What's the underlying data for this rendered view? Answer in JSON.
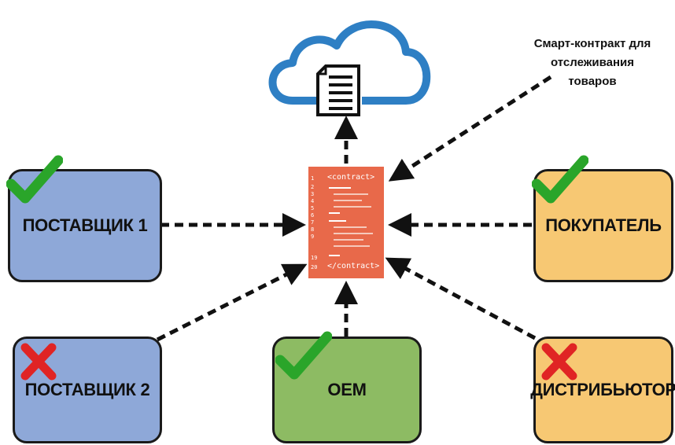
{
  "annotation": {
    "line1": "Смарт-контракт для",
    "line2": "отслеживания",
    "line3": "товаров"
  },
  "contract": {
    "open_tag": "<contract>",
    "close_tag": "</contract>",
    "line_numbers": [
      "1",
      "2",
      "3",
      "4",
      "5",
      "6",
      "7",
      "8",
      "9",
      "19",
      "20"
    ]
  },
  "nodes": {
    "supplier1": {
      "label": "ПОСТАВЩИК 1",
      "status": "approved"
    },
    "buyer": {
      "label": "ПОКУПАТЕЛЬ",
      "status": "approved"
    },
    "supplier2": {
      "label": "ПОСТАВЩИК 2",
      "status": "rejected"
    },
    "oem": {
      "label": "OEM",
      "status": "approved"
    },
    "distributor": {
      "label": "ДИСТРИБЬЮТОР",
      "status": "rejected"
    }
  },
  "colors": {
    "supplier_fill": "#8ea8d8",
    "buyer_fill": "#f7c873",
    "oem_fill": "#8dbb63",
    "contract_fill": "#e8694a",
    "cloud_stroke": "#2e7fc4",
    "check": "#2aa52a",
    "cross": "#e02424"
  },
  "icons": {
    "cloud": "cloud-document-icon",
    "approved": "check-icon",
    "rejected": "cross-icon"
  }
}
